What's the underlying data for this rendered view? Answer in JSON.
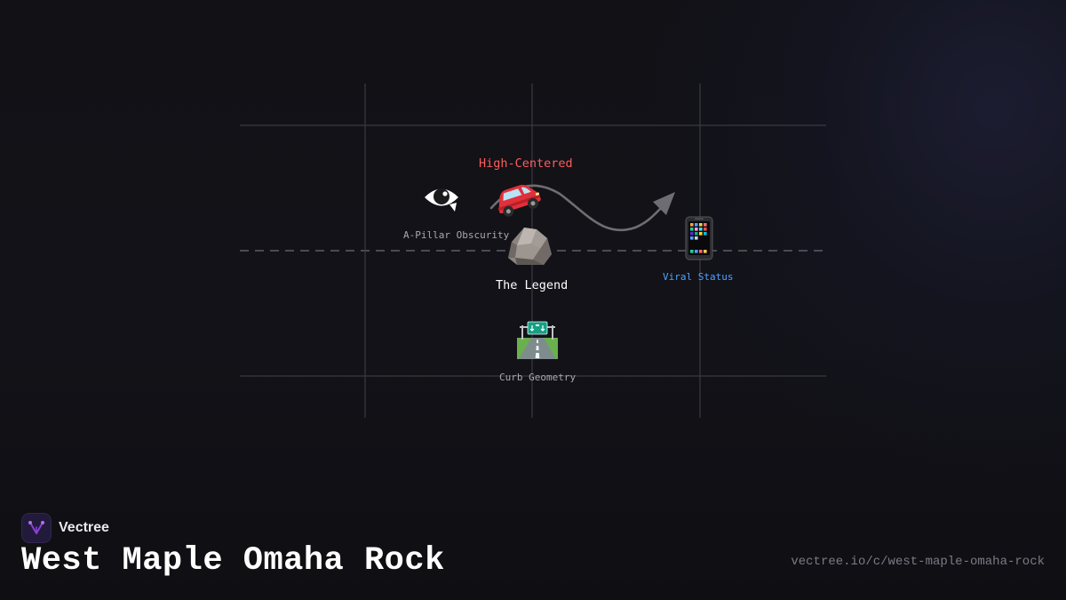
{
  "diagram": {
    "nodes": {
      "high_centered": {
        "label": "High-Centered",
        "icon": "car-icon",
        "color": "#ff5c5c"
      },
      "a_pillar": {
        "label": "A-Pillar Obscurity",
        "icon": "eye-icon",
        "color": "#a8a8b0"
      },
      "legend": {
        "label": "The Legend",
        "icon": "rock-icon",
        "color": "#ffffff"
      },
      "viral": {
        "label": "Viral Status",
        "icon": "phone-icon",
        "color": "#4da3ff"
      },
      "curb": {
        "label": "Curb Geometry",
        "icon": "road-icon",
        "color": "#a8a8b0"
      }
    },
    "arrow": {
      "from": "high_centered",
      "to": "viral",
      "color": "#6e6e72"
    }
  },
  "brand": {
    "name": "Vectree",
    "logo_icon": "vectree-logo-icon",
    "logo_color": "#8a3fd6"
  },
  "title": "West Maple Omaha Rock",
  "url": "vectree.io/c/west-maple-omaha-rock"
}
